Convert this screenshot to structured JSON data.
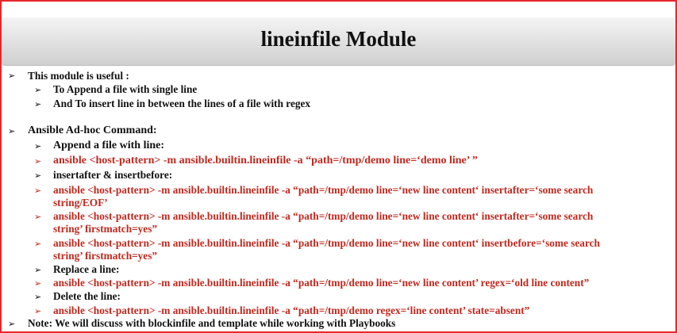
{
  "slide": {
    "title": "lineinfile Module",
    "bullet_glyph": "➢",
    "items": [
      {
        "text": "This module is useful :"
      },
      {
        "text": "To Append a file with single line"
      },
      {
        "text": "And To insert line in between the lines of a file with regex"
      },
      {
        "text": "Ansible Ad-hoc Command:"
      },
      {
        "text": "Append a file with line:"
      },
      {
        "text": "ansible <host-pattern> -m ansible.builtin.lineinfile  -a  “path=/tmp/demo line=‘demo line’ ”"
      },
      {
        "text": "insertafter & insertbefore:"
      },
      {
        "text": "ansible <host-pattern> -m ansible.builtin.lineinfile  -a  “path=/tmp/demo line=‘new line content‘ insertafter=‘some search"
      },
      {
        "text": "string/EOF’"
      },
      {
        "text": "ansible <host-pattern> -m ansible.builtin.lineinfile  -a  “path=/tmp/demo line=‘new line content‘ insertafter=‘some search"
      },
      {
        "text": "string’  firstmatch=yes”"
      },
      {
        "text": "ansible <host-pattern> -m ansible.builtin.lineinfile  -a  “path=/tmp/demo line=‘new line content‘ insertbefore=‘some search"
      },
      {
        "text": "string’  firstmatch=yes”"
      },
      {
        "text": "Replace a line:"
      },
      {
        "text": "ansible <host-pattern> -m ansible.builtin.lineinfile  -a  “path=/tmp/demo line=‘new line content’ regex=‘old line content”"
      },
      {
        "text": "Delete the line:"
      },
      {
        "text": "ansible <host-pattern> -m ansible.builtin.lineinfile  -a  “path=/tmp/demo regex=‘line content’ state=absent”"
      },
      {
        "text": "Note: We will discuss with blockinfile and template while working with Playbooks"
      }
    ]
  },
  "colors": {
    "frame": "#e8262b",
    "command_text": "#c0281e",
    "body_text": "#111111"
  }
}
